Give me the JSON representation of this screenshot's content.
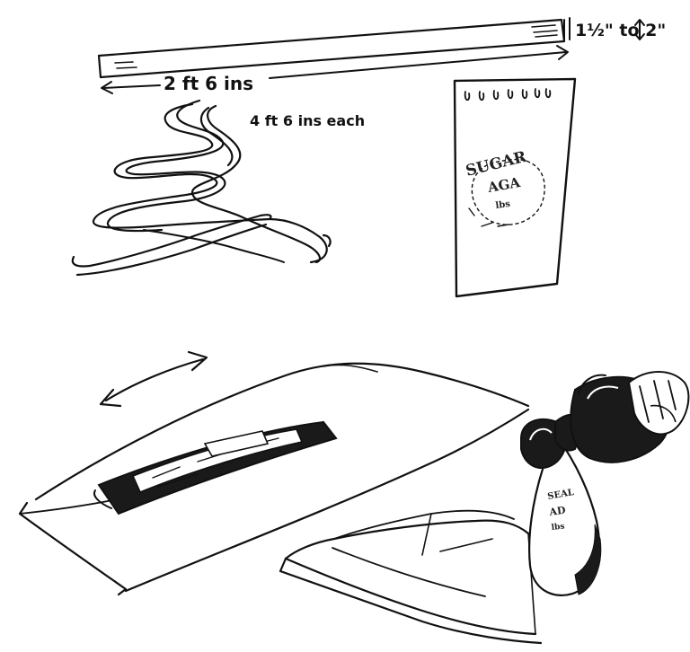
{
  "labels": {
    "pole_section": "1½\" to 2\"",
    "pole_length": "2 ft 6 ins",
    "rope_length": "4 ft 6 ins each"
  },
  "sack": {
    "line1": "SUGAR",
    "line2": "AGA",
    "line3": "lbs"
  },
  "bag": {
    "line1": "SEAL",
    "line2": "AD",
    "line3": "lbs"
  },
  "colors": {
    "ink": "#111111",
    "paper": "#ffffff"
  }
}
